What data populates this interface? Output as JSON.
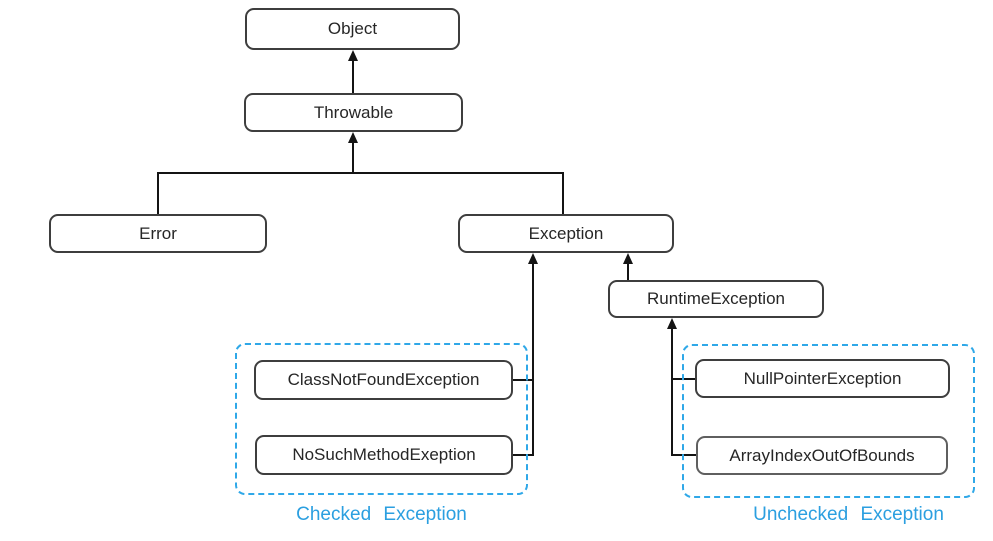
{
  "diagram": {
    "nodes": {
      "object": "Object",
      "throwable": "Throwable",
      "error": "Error",
      "exception": "Exception",
      "runtime_exception": "RuntimeException",
      "class_not_found": "ClassNotFoundException",
      "no_such_method": "NoSuchMethodExeption",
      "null_pointer": "NullPointerException",
      "array_index": "ArrayIndexOutOfBounds"
    },
    "groups": {
      "checked": "Checked Exception",
      "unchecked": "Unchecked Exception"
    },
    "colors": {
      "group_accent_blue": "#2fa8e8",
      "group_label_blue": "#2b9fe0",
      "node_border_gray": "#3e3e3e",
      "edge_black": "#141414",
      "background": "#ffffff"
    }
  }
}
